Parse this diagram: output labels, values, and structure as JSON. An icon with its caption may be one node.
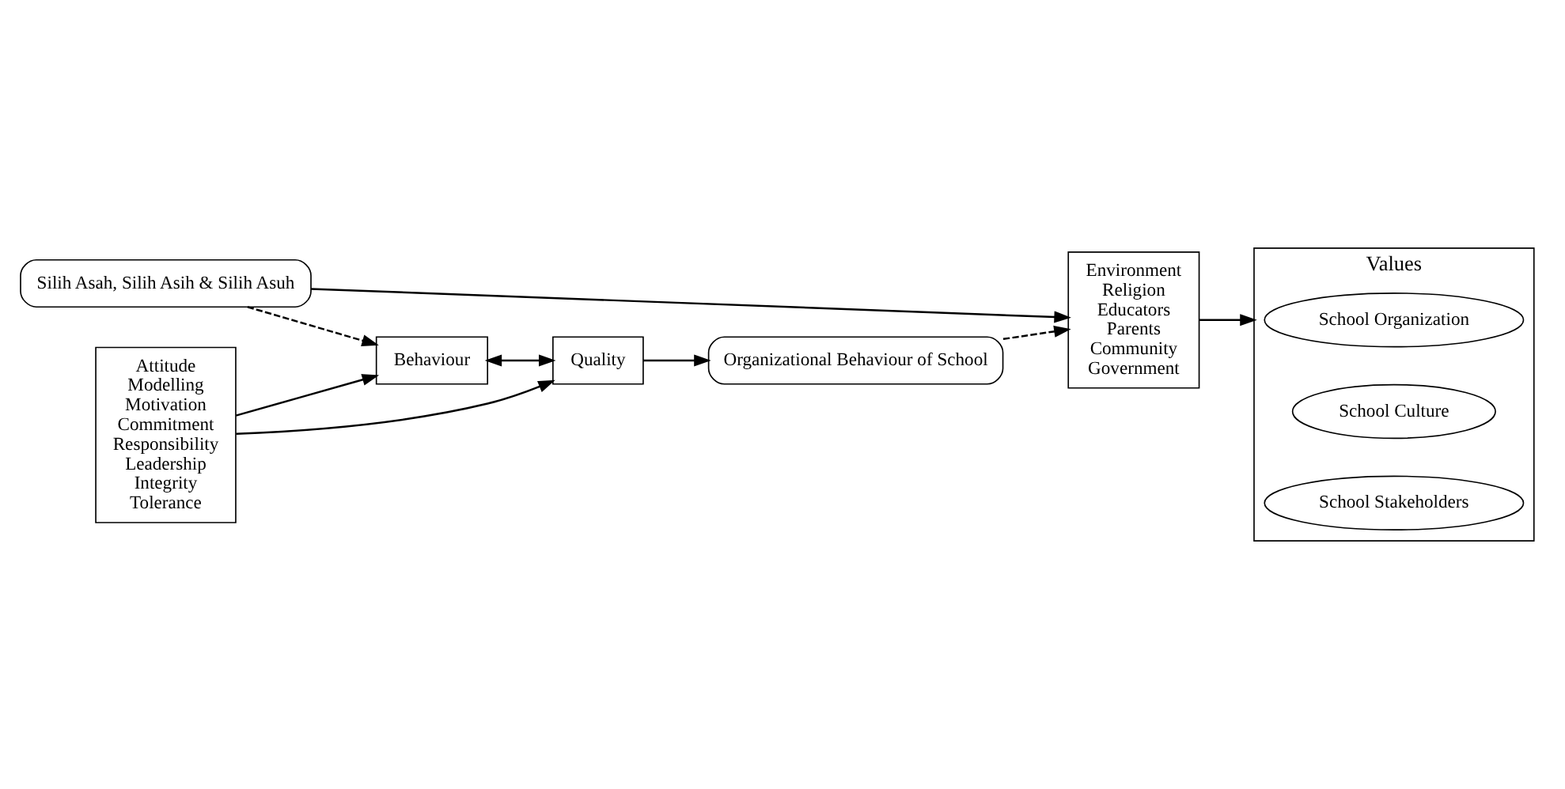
{
  "diagram": {
    "nodes": [
      {
        "text": [
          "Silih Asah, Silih Asih & Silih Asuh"
        ]
      },
      {
        "text": [
          "Environment",
          "Religion",
          "Educators",
          "Parents",
          "Community",
          "Government"
        ]
      },
      {
        "text": [
          "Values"
        ]
      },
      {
        "text": [
          "School Organization"
        ],
        "in": 2
      },
      {
        "text": [
          "School Culture"
        ],
        "in": 2
      },
      {
        "text": [
          "School Stakeholders"
        ],
        "in": 2
      },
      {
        "text": [
          "Attitude",
          "Modelling",
          "Motivation",
          "Commitment",
          "Responsibility",
          "Leadership",
          "Integrity",
          "Tolerance"
        ]
      },
      {
        "text": [
          "Behaviour"
        ]
      },
      {
        "text": [
          "Quality"
        ]
      },
      {
        "text": [
          "Organizational Behaviour of School"
        ]
      }
    ],
    "edges": [
      {
        "from": 0,
        "to": 1,
        "arrow": "to"
      },
      {
        "from": 0,
        "to": 7,
        "arrow": "to",
        "style": "dashed"
      },
      {
        "from": 1,
        "to": 2,
        "arrow": "to"
      },
      {
        "from": 6,
        "to": 7,
        "arrow": "to"
      },
      {
        "from": 6,
        "to": 8,
        "arrow": "to"
      },
      {
        "from": 7,
        "to": 8,
        "arrow": "both"
      },
      {
        "from": 8,
        "to": 9,
        "arrow": "to"
      },
      {
        "from": 9,
        "to": 1,
        "arrow": "to",
        "style": "dashed"
      }
    ]
  }
}
